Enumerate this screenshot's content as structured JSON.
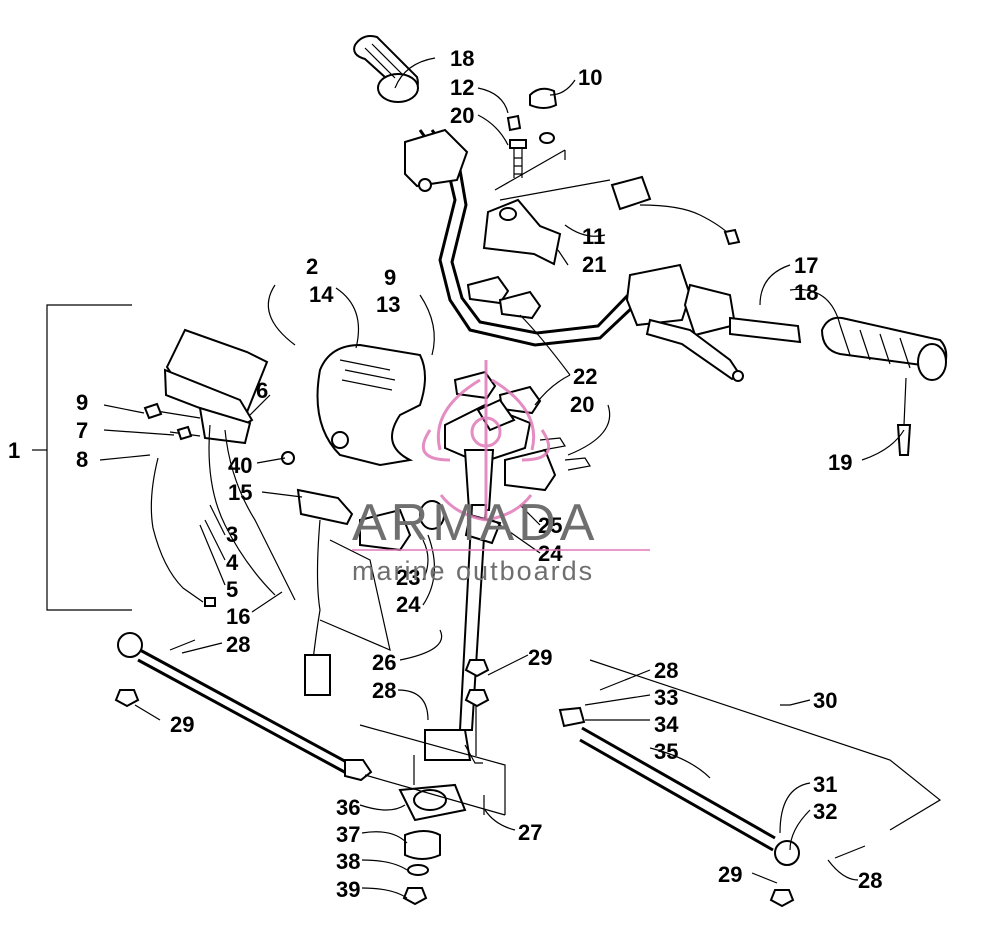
{
  "diagram": {
    "callouts": [
      "1",
      "2",
      "14",
      "9",
      "13",
      "6",
      "7",
      "8",
      "40",
      "15",
      "3",
      "4",
      "5",
      "16",
      "28",
      "29",
      "18",
      "12",
      "20",
      "10",
      "11",
      "21",
      "22",
      "23",
      "24",
      "25",
      "26",
      "17",
      "19",
      "30",
      "33",
      "34",
      "35",
      "31",
      "32",
      "27",
      "36",
      "37",
      "38",
      "39"
    ]
  },
  "watermark": {
    "brand": "ARMADA",
    "tagline": "marine outboards",
    "colors": {
      "text": "#6f6f6f",
      "logo": "#e07ab8"
    }
  },
  "colors": {
    "ink": "#000000",
    "background": "#ffffff"
  }
}
